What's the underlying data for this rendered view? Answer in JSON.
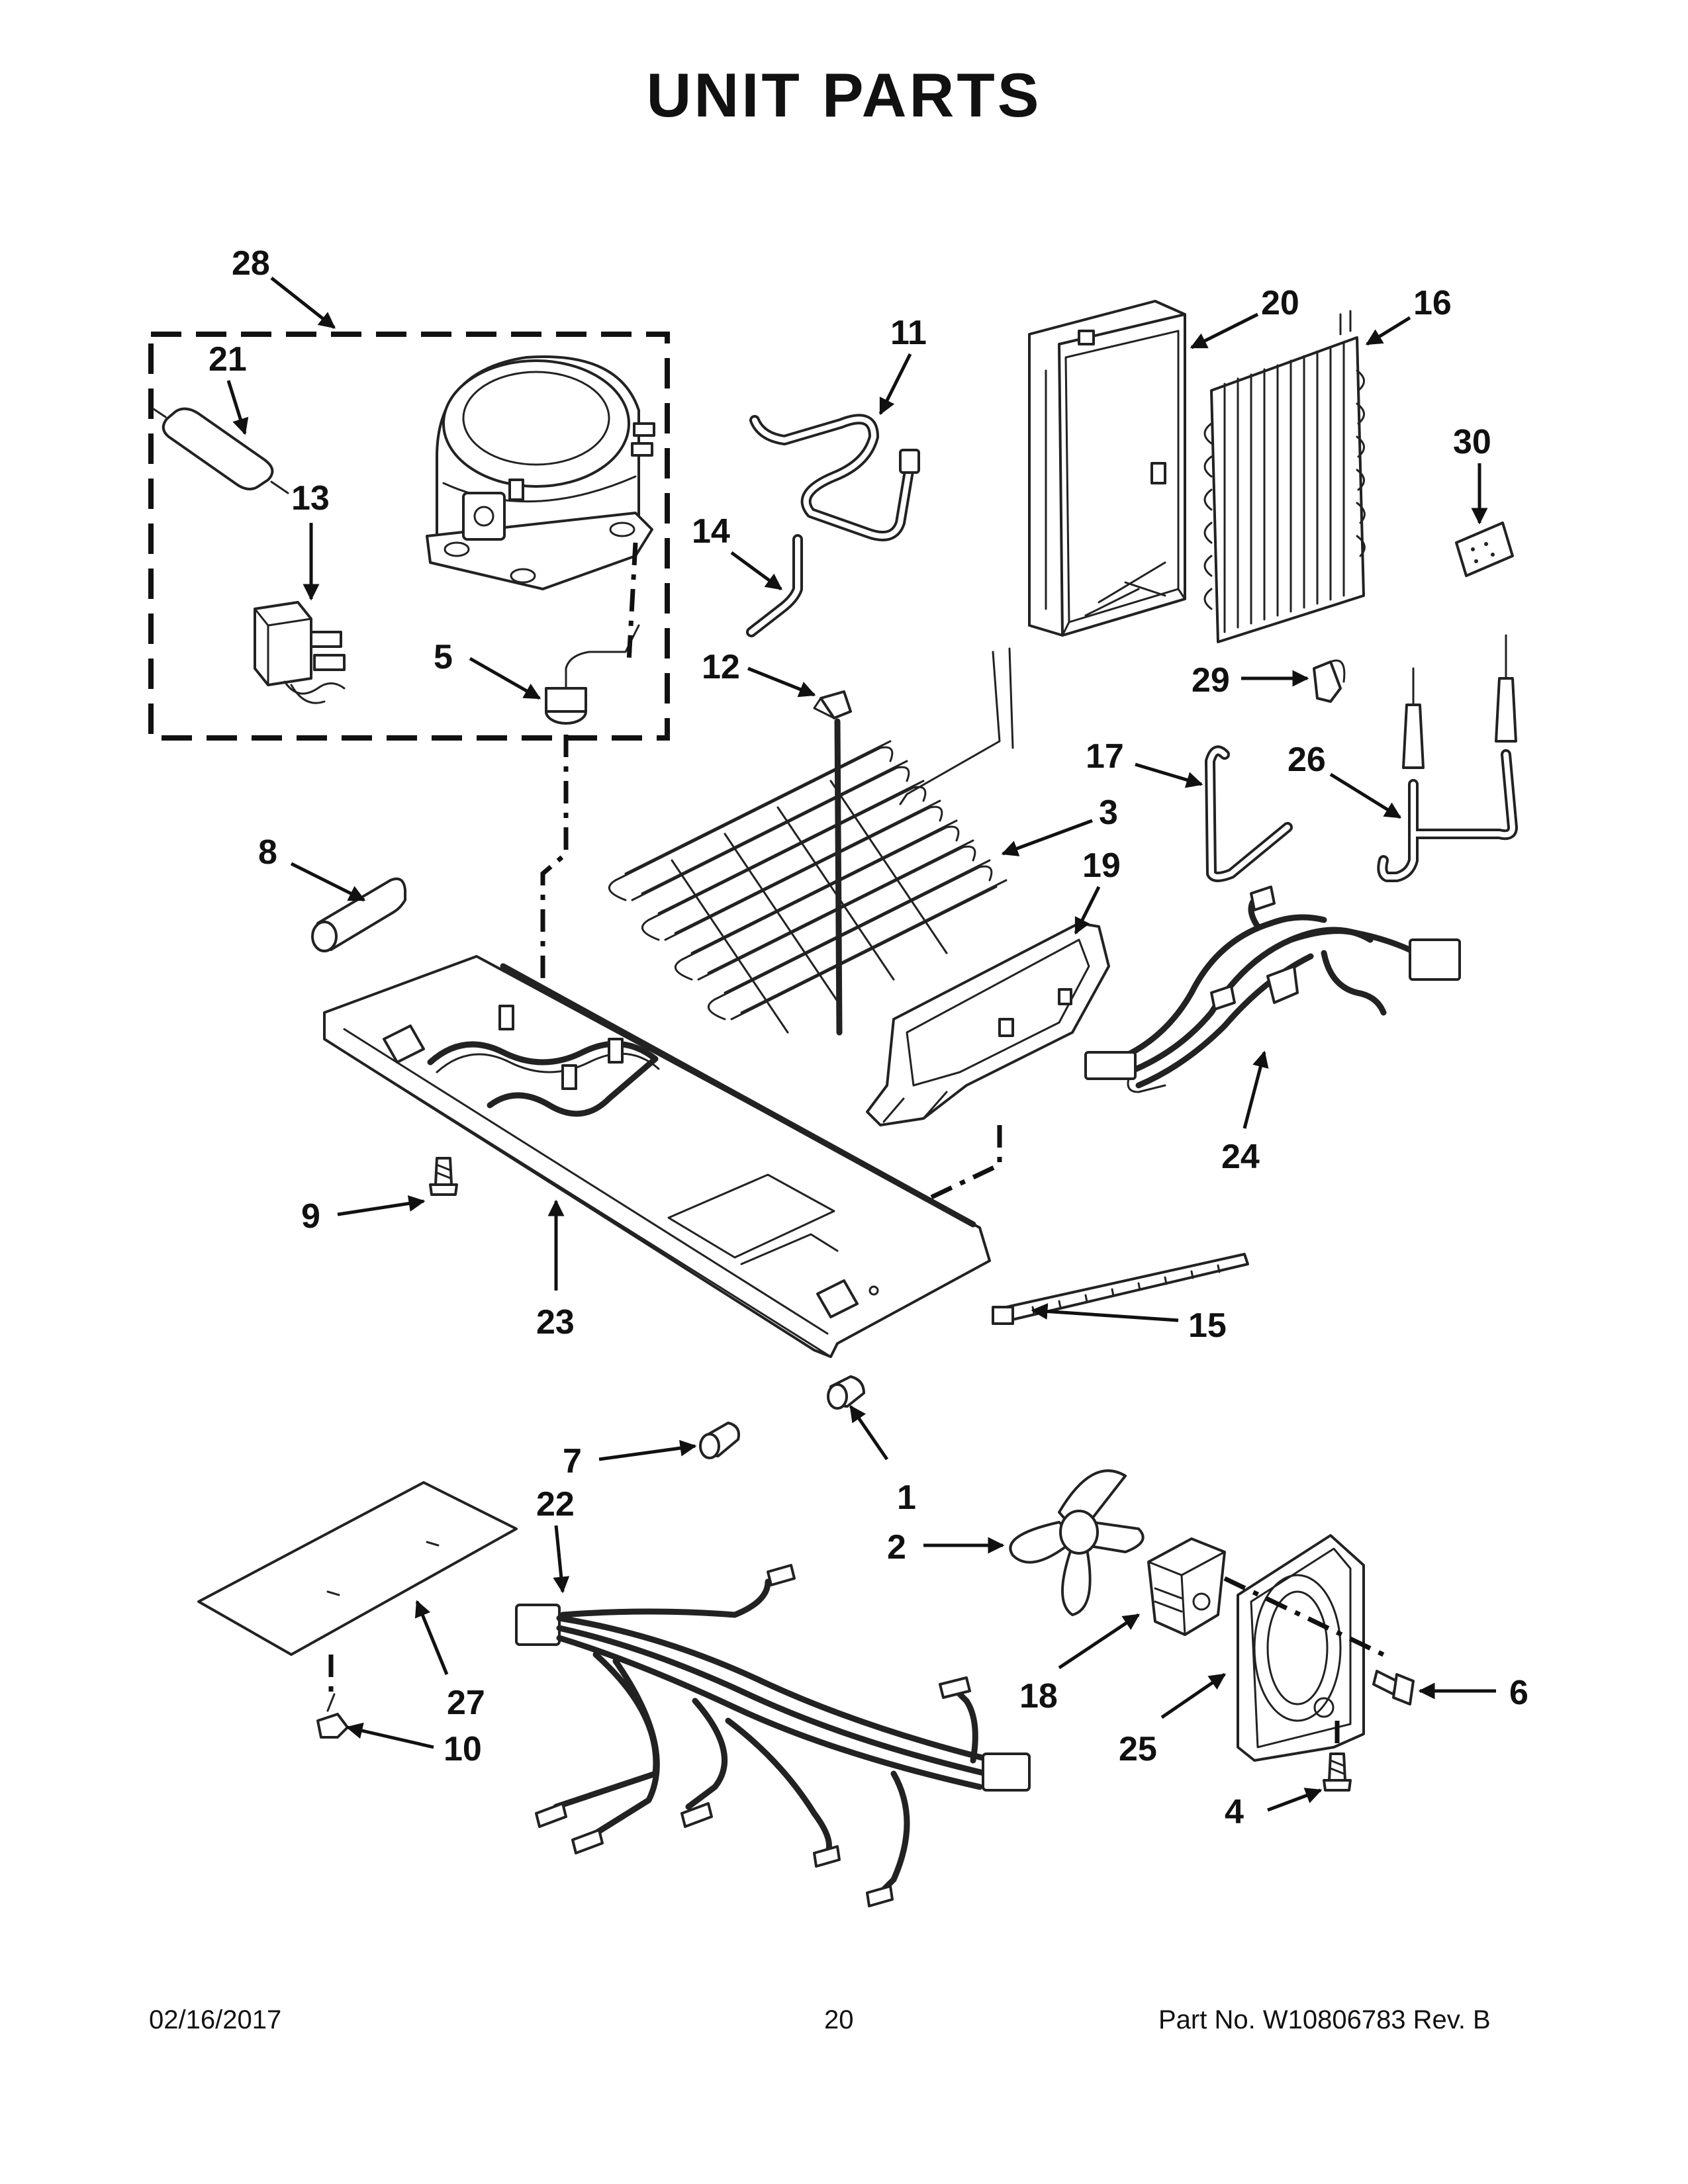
{
  "title": "UNIT PARTS",
  "footer": {
    "date": "02/16/2017",
    "page_number": "20",
    "part_no": "Part No.  W10806783  Rev.  B"
  },
  "callouts": [
    "28",
    "21",
    "13",
    "5",
    "11",
    "14",
    "12",
    "20",
    "16",
    "30",
    "29",
    "17",
    "26",
    "3",
    "19",
    "8",
    "24",
    "9",
    "23",
    "15",
    "1",
    "7",
    "22",
    "2",
    "18",
    "6",
    "27",
    "25",
    "10",
    "4"
  ]
}
